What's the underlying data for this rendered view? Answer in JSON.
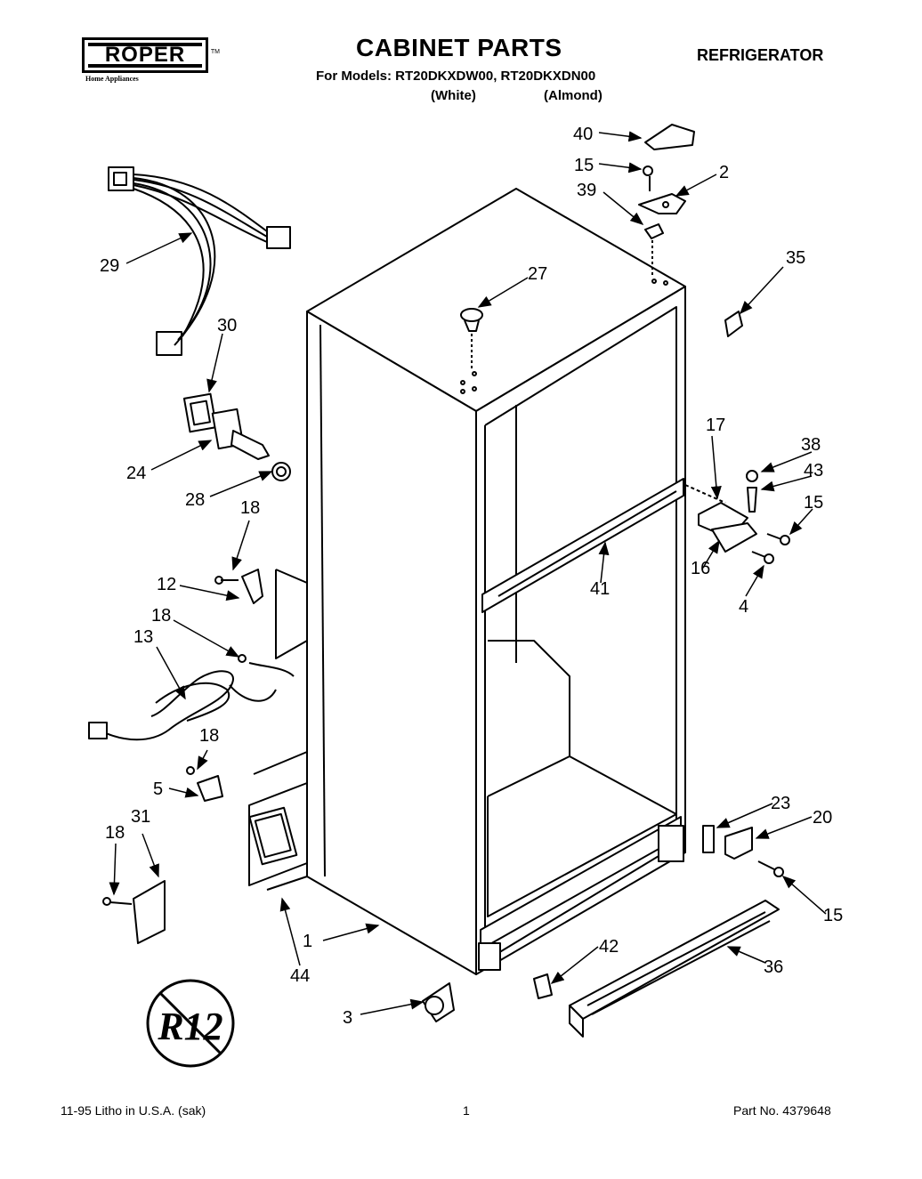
{
  "brand": {
    "name": "ROPER",
    "tagline": "Home Appliances",
    "trademark": "TM"
  },
  "header": {
    "title": "CABINET PARTS",
    "models": "For Models: RT20DKXDW00, RT20DKXDN00",
    "variant_white": "(White)",
    "variant_almond": "(Almond)",
    "category": "REFRIGERATOR"
  },
  "badge": {
    "text": "R12"
  },
  "callouts": [
    "40",
    "15",
    "2",
    "39",
    "35",
    "27",
    "29",
    "30",
    "24",
    "28",
    "17",
    "38",
    "43",
    "15",
    "16",
    "4",
    "41",
    "18",
    "12",
    "18",
    "13",
    "18",
    "5",
    "18",
    "31",
    "23",
    "20",
    "15",
    "1",
    "44",
    "42",
    "36",
    "3"
  ],
  "footer": {
    "left": "11-95  Litho in U.S.A. (sak)",
    "page": "1",
    "part_no": "Part No. 4379648"
  },
  "colors": {
    "ink": "#000000",
    "paper": "#ffffff"
  }
}
